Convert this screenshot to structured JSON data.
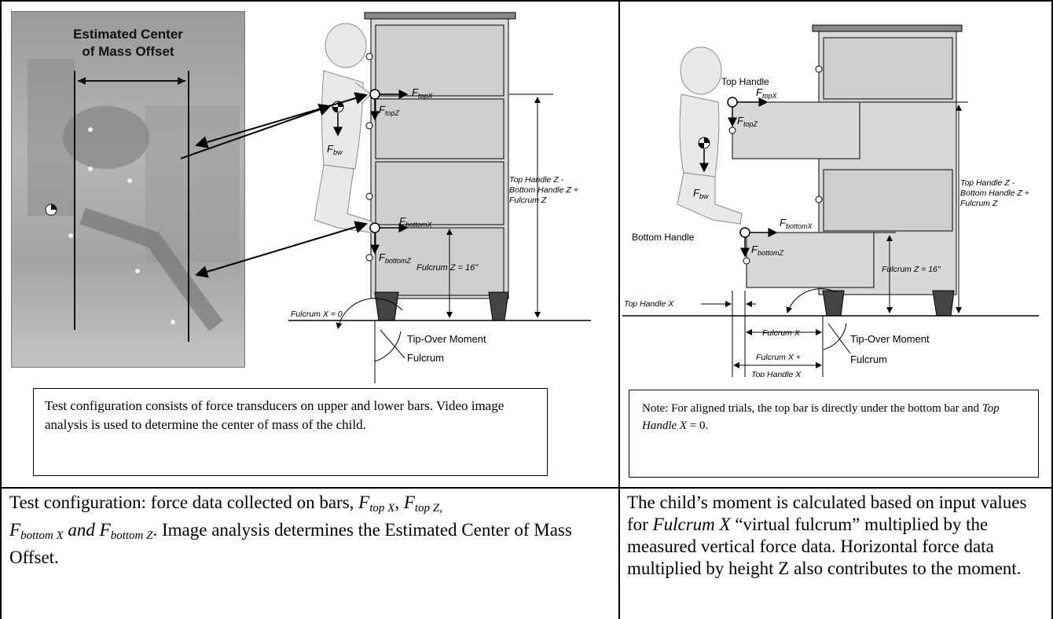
{
  "photo": {
    "title_line1": "Estimated Center",
    "title_line2": "of Mass Offset"
  },
  "left_diagram": {
    "f_top_x": "F",
    "f_top_x_sub": "topX",
    "f_top_z": "F",
    "f_top_z_sub": "topZ",
    "f_bw": "F",
    "f_bw_sub": "bw",
    "f_bottom_x": "F",
    "f_bottom_x_sub": "bottomX",
    "f_bottom_z": "F",
    "f_bottom_z_sub": "bottomZ",
    "height_label_1": "Top Handle Z -",
    "height_label_2": "Bottom Handle Z +",
    "height_label_3": "Fulcrum Z",
    "fulcrum_z": "Fulcrum Z = 16\"",
    "fulcrum_x": "Fulcrum X = 0",
    "tip_over": "Tip-Over Moment",
    "fulcrum": "Fulcrum"
  },
  "right_diagram": {
    "top_handle": "Top Handle",
    "bottom_handle": "Bottom Handle",
    "f_top_x": "F",
    "f_top_x_sub": "topX",
    "f_top_z": "F",
    "f_top_z_sub": "topZ",
    "f_bw": "F",
    "f_bw_sub": "bw",
    "f_bottom_x": "F",
    "f_bottom_x_sub": "bottomX",
    "f_bottom_z": "F",
    "f_bottom_z_sub": "bottomZ",
    "height_label_1": "Top Handle Z -",
    "height_label_2": "Bottom Handle Z +",
    "height_label_3": "Fulcrum Z",
    "fulcrum_z": "Fulcrum Z = 16\"",
    "top_handle_x": "Top Handle X",
    "fulcrum_x": "Fulcrum X",
    "fulcrum_x_plus_1": "Fulcrum X +",
    "fulcrum_x_plus_2": "Top Handle X",
    "tip_over": "Tip-Over Moment",
    "fulcrum": "Fulcrum"
  },
  "left_caption": "Test configuration consists of force transducers on upper and lower bars. Video image analysis is used to determine the center of mass of the child.",
  "right_caption": {
    "before": "Note: For aligned trials, the top bar is directly under the bottom bar and ",
    "italic": "Top Handle X",
    "after": " = 0."
  },
  "bottom_left": {
    "t1": "Test configuration: force data collected on bars, ",
    "F1": "F",
    "s1": "top X",
    "c1": ", ",
    "F2": "F",
    "s2": "top Z,",
    "F3": "F",
    "s3": "bottom X",
    "and": " and ",
    "F4": "F",
    "s4": "bottom Z",
    "t2": ". Image analysis determines the Estimated Center of Mass Offset."
  },
  "bottom_right": {
    "t1": "The child’s moment is calculated based on input values for ",
    "italic": "Fulcrum X",
    "t2": " “virtual fulcrum” multiplied by the measured vertical force data. Horizontal force data multiplied by height Z also contributes to the moment."
  }
}
